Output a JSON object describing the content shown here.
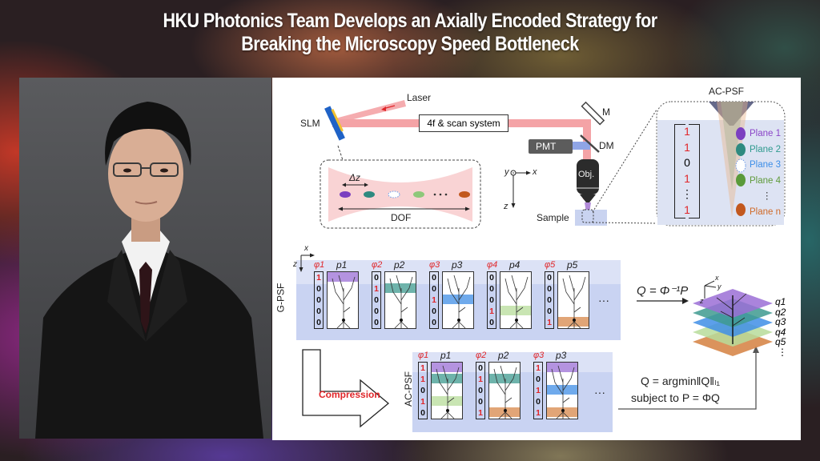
{
  "headline": {
    "line1": "HKU Photonics Team Develops an Axially Encoded Strategy for",
    "line2": "Breaking the Microscopy Speed Bottleneck"
  },
  "portrait": {
    "description": "Portrait photo of a man in glasses wearing a dark suit and tie against a gray background"
  },
  "figure": {
    "setup": {
      "laser_label": "Laser",
      "slm_label": "SLM",
      "scan_system_label": "4f & scan system",
      "mirror_label": "M",
      "dichroic_label": "DM",
      "pmt_label": "PMT",
      "objective_label": "Obj.",
      "sample_label": "Sample",
      "delta_z_label": "Δz",
      "dof_label": "DOF",
      "axes": {
        "y": "y",
        "x": "x",
        "z": "z"
      }
    },
    "acpsf_inset": {
      "title": "AC-PSF",
      "vector": [
        "1",
        "1",
        "0",
        "1",
        "⋮",
        "1"
      ],
      "planes": [
        {
          "label": "Plane 1",
          "color": "#8a44c8"
        },
        {
          "label": "Plane 2",
          "color": "#2e9a8e"
        },
        {
          "label": "Plane 3",
          "color": "#3d8ee8"
        },
        {
          "label": "Plane 4",
          "color": "#5f9a3a"
        },
        {
          "label": "⋮",
          "color": "#333333"
        },
        {
          "label": "Plane n",
          "color": "#d06a28"
        }
      ]
    },
    "gpsf_row": {
      "side_label": "G-PSF",
      "axis_x": "x",
      "axis_z": "z",
      "items": [
        {
          "phi": "φ1",
          "p": "p1",
          "vector": [
            "1",
            "0",
            "0",
            "0",
            "0"
          ]
        },
        {
          "phi": "φ2",
          "p": "p2",
          "vector": [
            "0",
            "1",
            "0",
            "0",
            "0"
          ]
        },
        {
          "phi": "φ3",
          "p": "p3",
          "vector": [
            "0",
            "0",
            "1",
            "0",
            "0"
          ]
        },
        {
          "phi": "φ4",
          "p": "p4",
          "vector": [
            "0",
            "0",
            "0",
            "1",
            "0"
          ]
        },
        {
          "phi": "φ5",
          "p": "p5",
          "vector": [
            "0",
            "0",
            "0",
            "0",
            "1"
          ]
        }
      ],
      "ellipsis": "···",
      "equation": "Q = Φ⁻¹P"
    },
    "acpsf_row": {
      "side_label": "AC-PSF",
      "compression_label": "Compression",
      "items": [
        {
          "phi": "φ1",
          "p": "p1",
          "vector": [
            "1",
            "1",
            "0",
            "1",
            "0"
          ]
        },
        {
          "phi": "φ2",
          "p": "p2",
          "vector": [
            "0",
            "1",
            "0",
            "0",
            "1"
          ]
        },
        {
          "phi": "φ3",
          "p": "p3",
          "vector": [
            "1",
            "0",
            "1",
            "0",
            "1"
          ]
        }
      ],
      "ellipsis": "···",
      "equation_line1": "Q = argmin‖Q‖ₗ₁",
      "equation_line2": "subject to P = ΦQ"
    },
    "volume": {
      "axes": {
        "x": "x",
        "y": "y",
        "z": "z"
      },
      "layers": [
        {
          "label": "q1",
          "color": "#9b6fd6"
        },
        {
          "label": "q2",
          "color": "#3e9a8f"
        },
        {
          "label": "q3",
          "color": "#3f8ee6"
        },
        {
          "label": "q4",
          "color": "#b7dc9a"
        },
        {
          "label": "q5",
          "color": "#d7874a"
        }
      ],
      "more": "⋮"
    }
  }
}
